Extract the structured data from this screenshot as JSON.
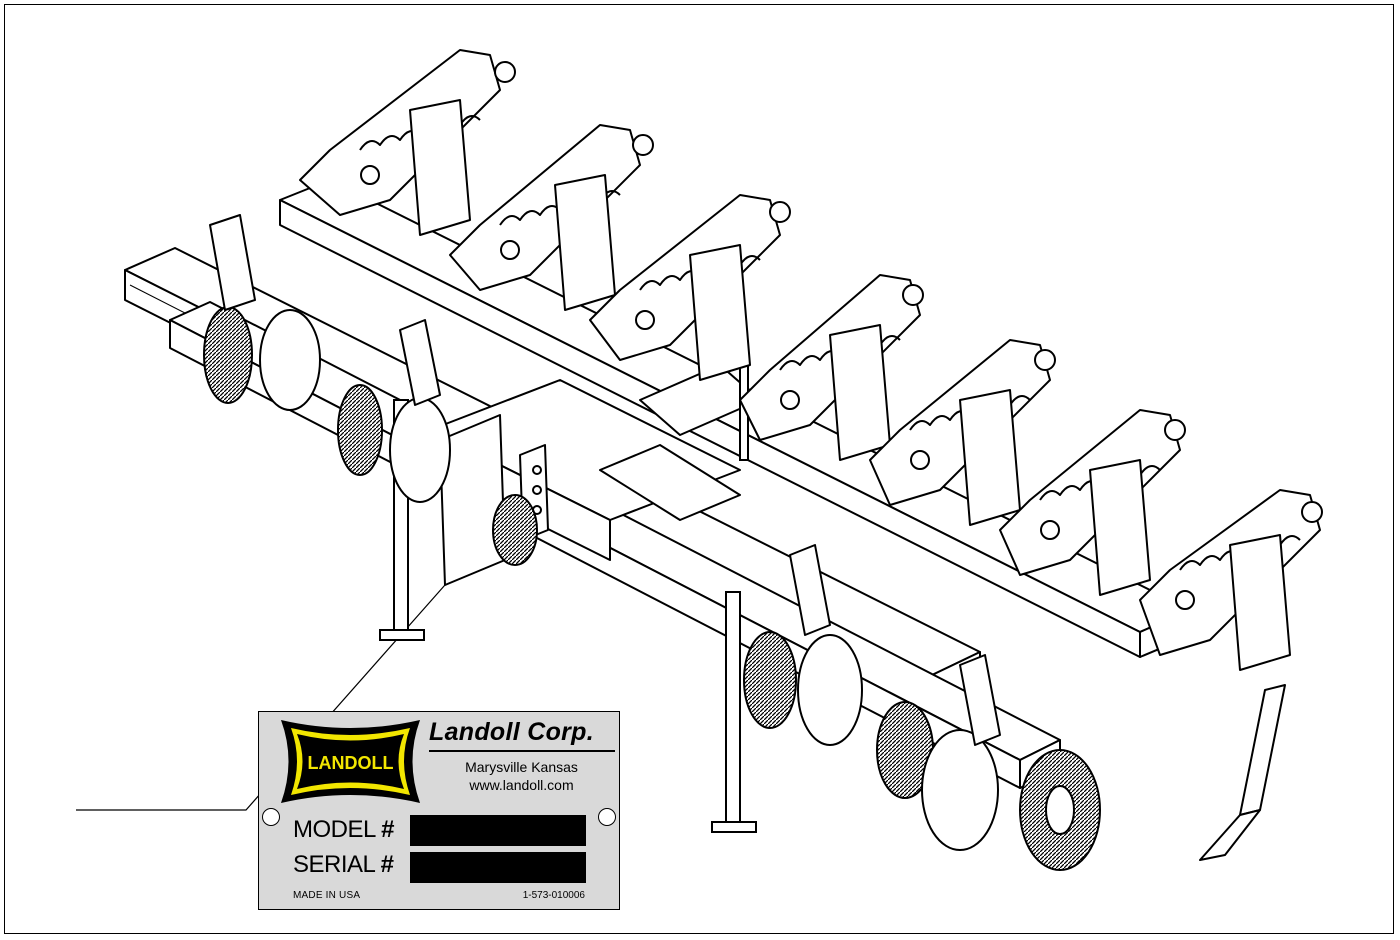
{
  "plate": {
    "company": "Landoll Corp.",
    "city": "Marysville Kansas",
    "website": "www.landoll.com",
    "model_label": "MODEL",
    "serial_label": "SERIAL",
    "hash": "#",
    "made_in": "MADE IN USA",
    "part_number": "1-573-010006",
    "logo_text": "LANDOLL"
  },
  "colors": {
    "plate_fill": "#d9d9d9",
    "logo_yellow": "#f2e600",
    "logo_black": "#000000",
    "accent_blue": "#2ab7e6"
  },
  "illustration": {
    "subject": "tillage-implement-line-drawing",
    "shank_count": 7
  }
}
